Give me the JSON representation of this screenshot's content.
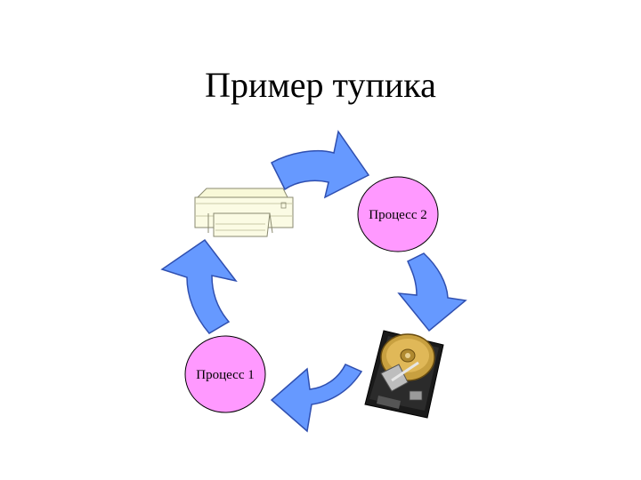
{
  "slide": {
    "title": "Пример тупика"
  },
  "nodes": {
    "process1": {
      "label": "Процесс 1"
    },
    "process2": {
      "label": "Процесс 2"
    },
    "printer": {
      "icon": "printer-icon"
    },
    "disk": {
      "icon": "hard-disk-icon"
    }
  },
  "colors": {
    "arrow_fill": "#6699ff",
    "arrow_stroke": "#2f4fb0",
    "process_fill": "#ff99ff",
    "process_stroke": "#000000"
  }
}
